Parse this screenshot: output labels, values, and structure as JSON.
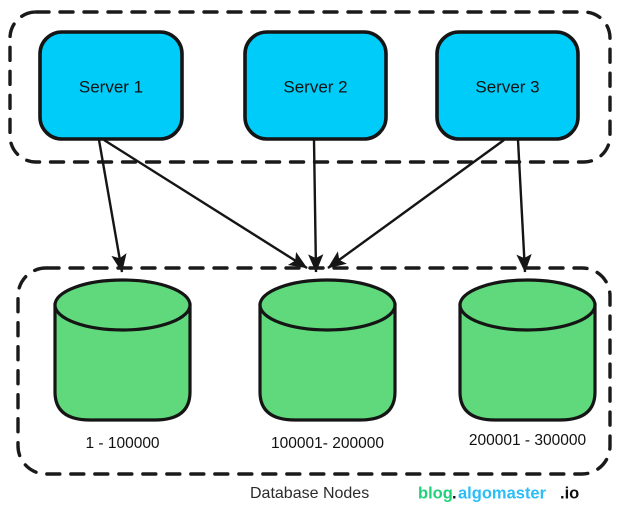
{
  "diagram": {
    "title_caption": "Database Nodes",
    "colors": {
      "server_fill": "#00ccfa",
      "db_fill": "#5fd97c",
      "stroke": "#151515",
      "dashed_border": "#1a1a1a",
      "text": "#111111",
      "watermark_blog": "#21d07a",
      "watermark_algomaster": "#2bbdf7",
      "watermark_dot": "#101010"
    },
    "app_tier": {
      "name": "application-servers-group",
      "nodes": [
        {
          "id": "server-1",
          "label": "Server 1"
        },
        {
          "id": "server-2",
          "label": "Server 2"
        },
        {
          "id": "server-3",
          "label": "Server 3"
        }
      ]
    },
    "data_tier": {
      "name": "database-nodes-group",
      "caption": "Database Nodes",
      "nodes": [
        {
          "id": "db-1",
          "range_label": "1 - 100000"
        },
        {
          "id": "db-2",
          "range_label": "100001- 200000"
        },
        {
          "id": "db-3",
          "range_label": "200001 - 300000"
        }
      ]
    },
    "connections": [
      {
        "from": "server-1",
        "to": "db-1"
      },
      {
        "from": "server-1",
        "to": "db-2"
      },
      {
        "from": "server-2",
        "to": "db-2"
      },
      {
        "from": "server-3",
        "to": "db-2"
      },
      {
        "from": "server-3",
        "to": "db-3"
      }
    ],
    "watermark": {
      "part1": "blog",
      "dot1": ".",
      "part2": "algomaster",
      "part3": ".io"
    }
  }
}
